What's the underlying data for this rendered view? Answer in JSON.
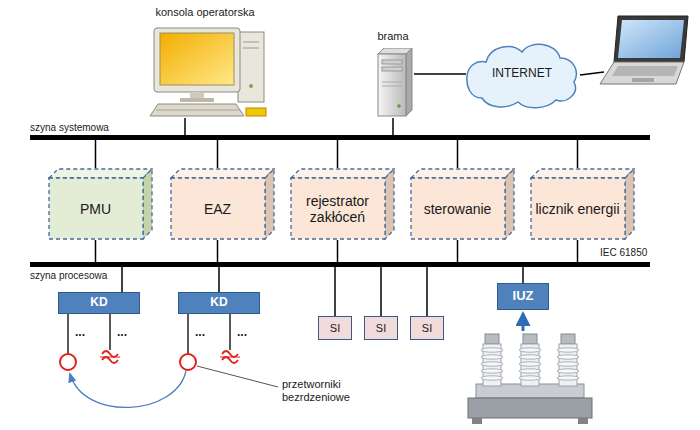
{
  "diagram": {
    "nodes": [
      {
        "text": [
          "konsola operatorska"
        ]
      },
      {
        "text": [
          "brama"
        ]
      },
      {
        "text": [
          "INTERNET"
        ]
      },
      {
        "text": [
          "szyna systemowa"
        ]
      },
      {
        "text": [
          "PMU"
        ]
      },
      {
        "text": [
          "EAZ"
        ]
      },
      {
        "text": [
          "rejestrator zakłóceń"
        ]
      },
      {
        "text": [
          "sterowanie"
        ]
      },
      {
        "text": [
          "licznik energii"
        ]
      },
      {
        "text": [
          "szyna procesowa"
        ]
      },
      {
        "text": [
          "KD"
        ]
      },
      {
        "text": [
          "KD"
        ]
      },
      {
        "text": [
          "SI"
        ]
      },
      {
        "text": [
          "SI"
        ]
      },
      {
        "text": [
          "SI"
        ]
      },
      {
        "text": [
          "IUZ"
        ]
      }
    ],
    "edges": [
      {
        "from": 0,
        "to": 3,
        "arrow": "none"
      },
      {
        "from": 1,
        "to": 3,
        "arrow": "none"
      },
      {
        "from": 1,
        "to": 2,
        "arrow": "none"
      },
      {
        "from": 4,
        "to": 3,
        "arrow": "none"
      },
      {
        "from": 5,
        "to": 3,
        "arrow": "none"
      },
      {
        "from": 6,
        "to": 3,
        "arrow": "none"
      },
      {
        "from": 7,
        "to": 3,
        "arrow": "none"
      },
      {
        "from": 8,
        "to": 3,
        "arrow": "none"
      },
      {
        "from": 4,
        "to": 9,
        "arrow": "none"
      },
      {
        "from": 5,
        "to": 9,
        "arrow": "none"
      },
      {
        "from": 6,
        "to": 9,
        "arrow": "none"
      },
      {
        "from": 7,
        "to": 9,
        "arrow": "none"
      },
      {
        "from": 8,
        "to": 9,
        "arrow": "none"
      },
      {
        "from": 10,
        "to": 9,
        "arrow": "none"
      },
      {
        "from": 11,
        "to": 9,
        "arrow": "none"
      },
      {
        "from": 12,
        "to": 9,
        "arrow": "none"
      },
      {
        "from": 13,
        "to": 9,
        "arrow": "none"
      },
      {
        "from": 14,
        "to": 9,
        "arrow": "none"
      },
      {
        "from": 15,
        "to": 9,
        "arrow": "none"
      }
    ],
    "labels": [
      "IEC 61850",
      "...",
      "...",
      "...",
      "...",
      "przetworniki bezrdzeniowe"
    ]
  }
}
